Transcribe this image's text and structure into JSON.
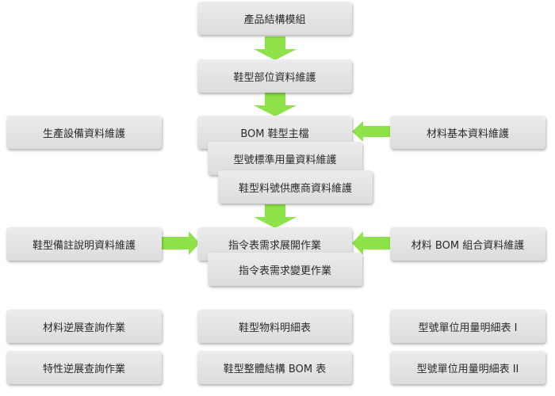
{
  "colors": {
    "arrow": "#8ee24a",
    "box": "#e4e4e4",
    "text": "#2a2a2a"
  },
  "modules": {
    "product_structure": "產品結構模組",
    "shoe_part_maint": "鞋型部位資料維護",
    "production_equipment_maint": "生產設備資料維護",
    "bom_shoe_master": "BOM 鞋型主檔",
    "material_basic_maint": "材料基本資料維護",
    "model_standard_usage_maint": "型號標準用量資料維護",
    "shoe_material_supplier_maint": "鞋型料號供應商資料維護",
    "shoe_remark_maint": "鞋型備註說明資料維護",
    "order_demand_expand": "指令表需求展開作業",
    "material_bom_combo_maint": "材料 BOM 組合資料維護",
    "order_demand_change": "指令表需求變更作業",
    "material_reverse_query": "材料逆展查詢作業",
    "shoe_material_detail": "鞋型物料明細表",
    "model_unit_usage_1": "型號單位用量明細表 I",
    "feature_reverse_query": "特性逆展查詢作業",
    "shoe_full_bom": "鞋型整體結構 BOM 表",
    "model_unit_usage_2": "型號單位用量明細表 II"
  }
}
